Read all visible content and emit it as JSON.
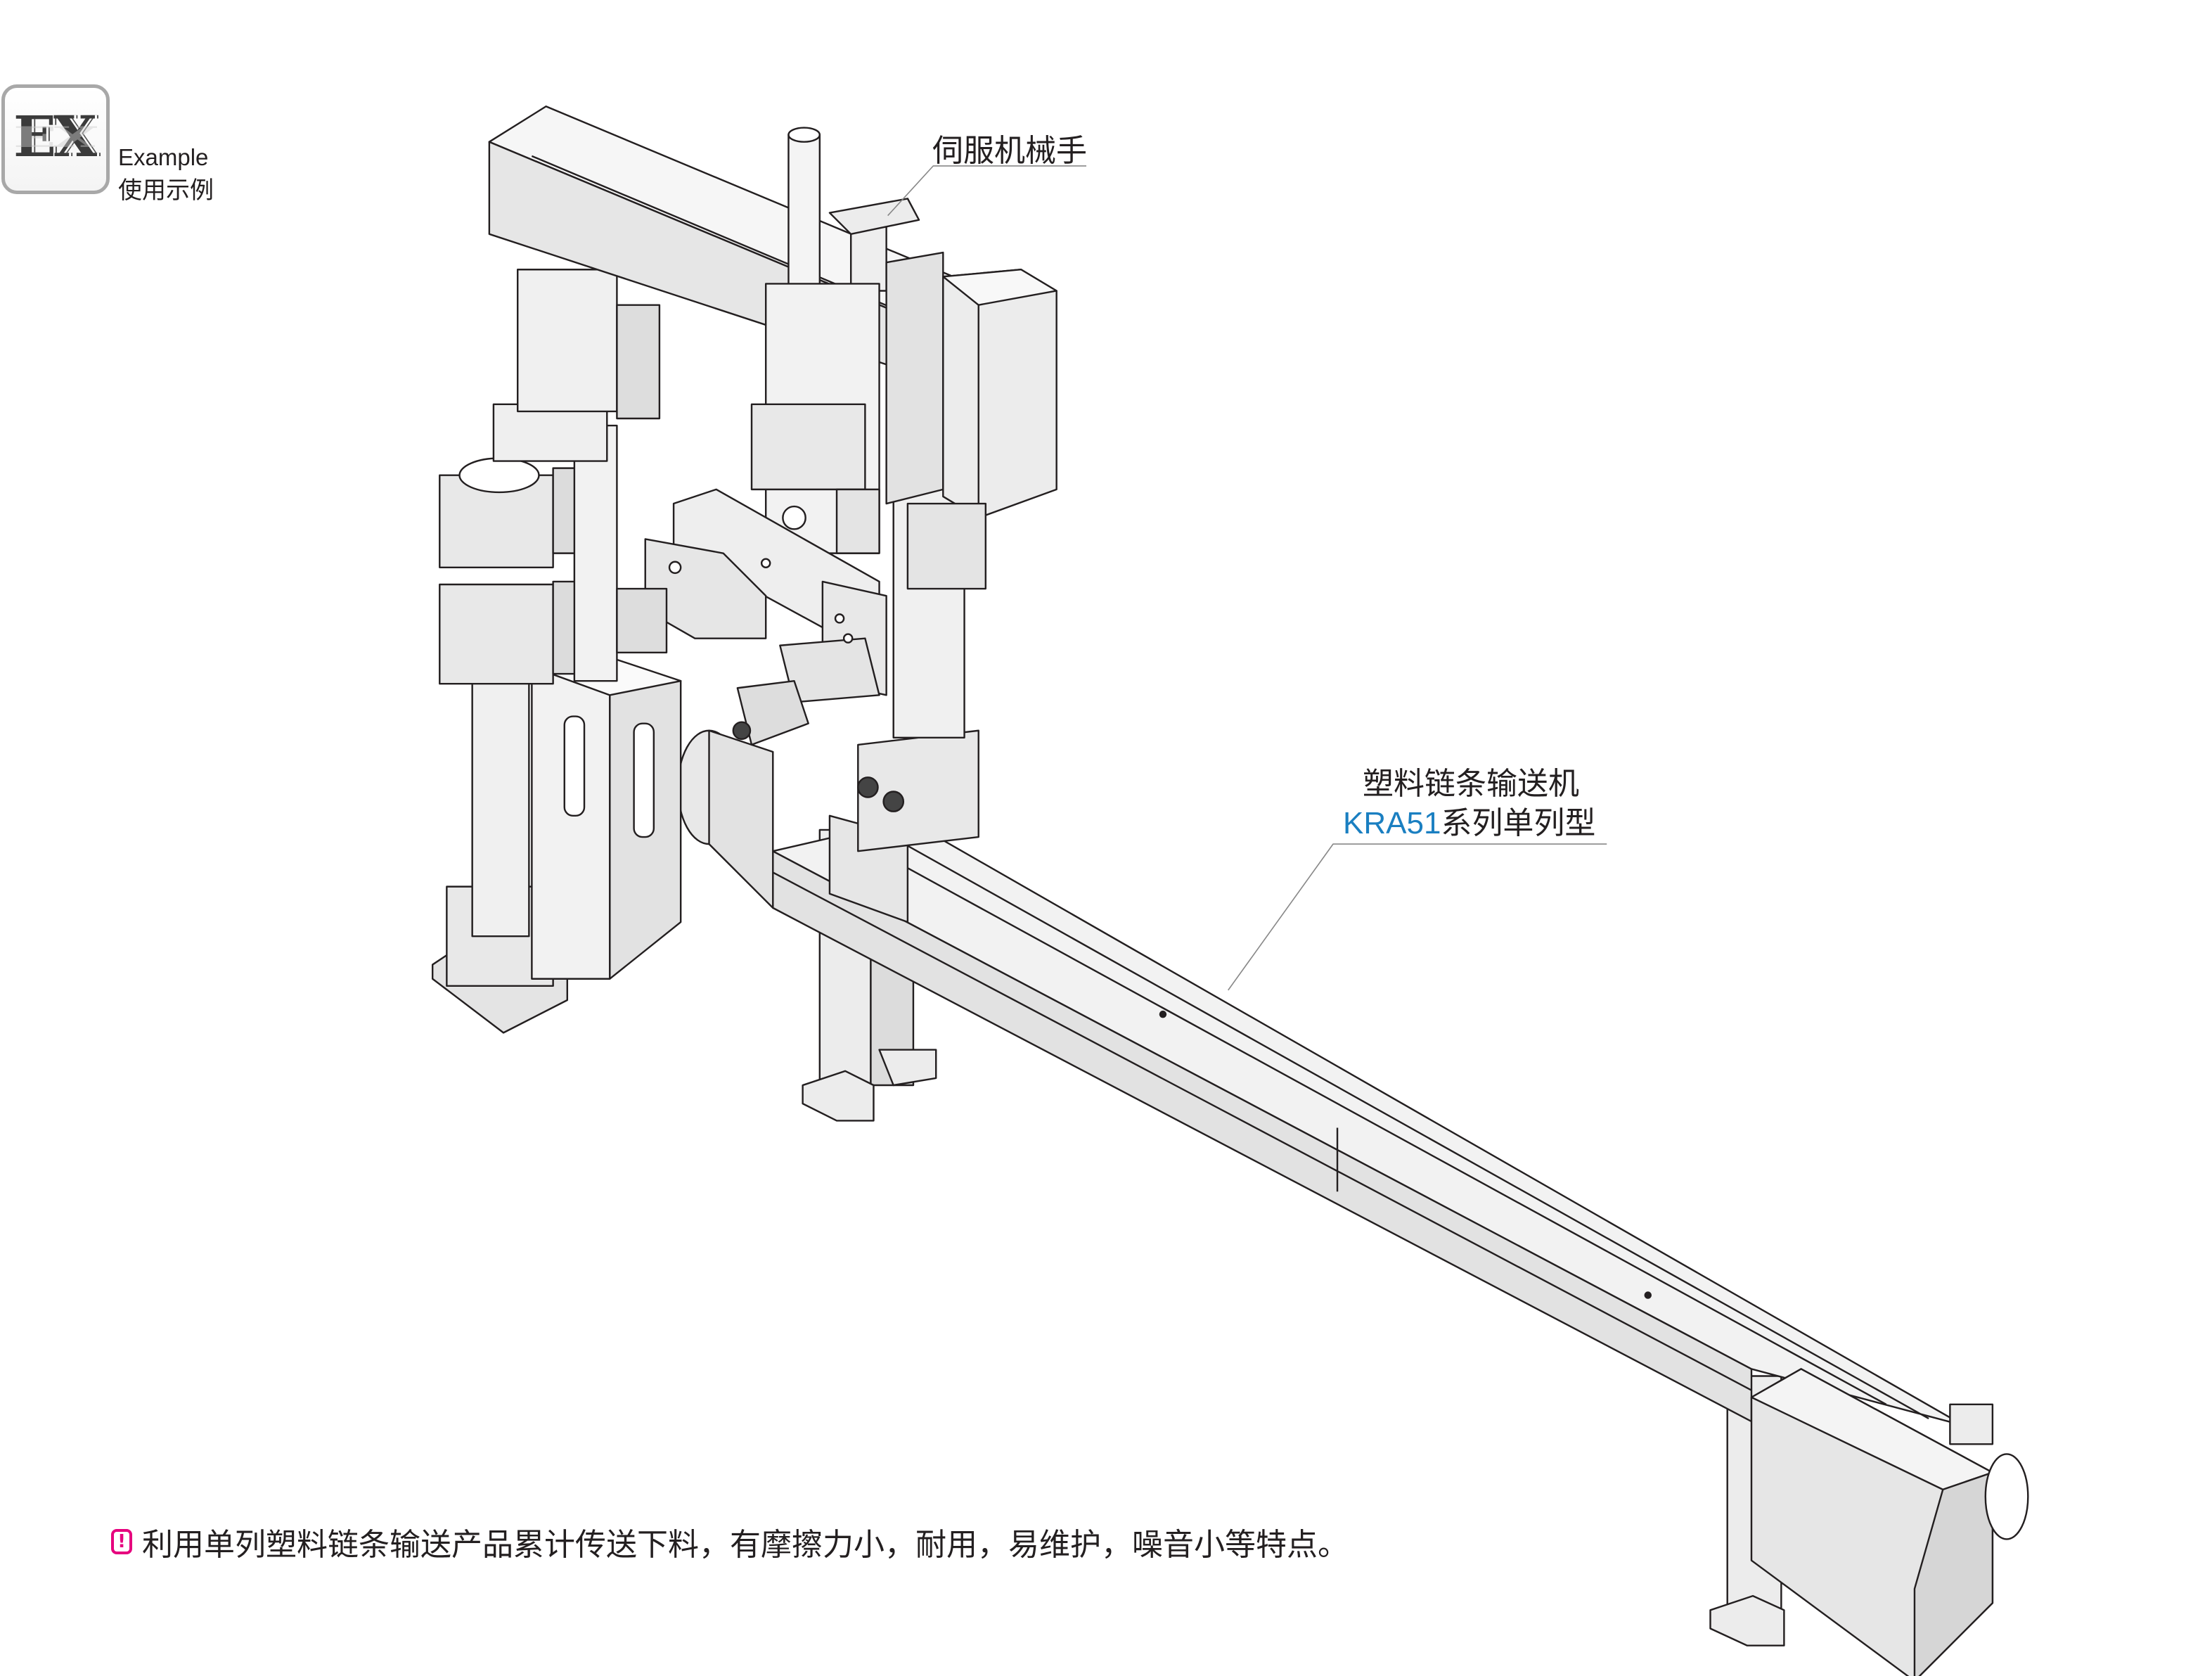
{
  "badge": {
    "logo_text": "EX",
    "title_en": "Example",
    "title_cn": "使用示例"
  },
  "callouts": {
    "servo_robot": "伺服机械手",
    "conveyor_line1": "塑料链条输送机",
    "conveyor_model": "KRA51",
    "conveyor_line2_suffix": "系列单列型"
  },
  "caption": {
    "icon": "exclamation-icon",
    "text": "利用单列塑料链条输送产品累计传送下料，有摩擦力小，耐用，易维护，噪音小等特点。"
  },
  "colors": {
    "accent_blue": "#1a7fc1",
    "warning_pink": "#e6007e"
  }
}
